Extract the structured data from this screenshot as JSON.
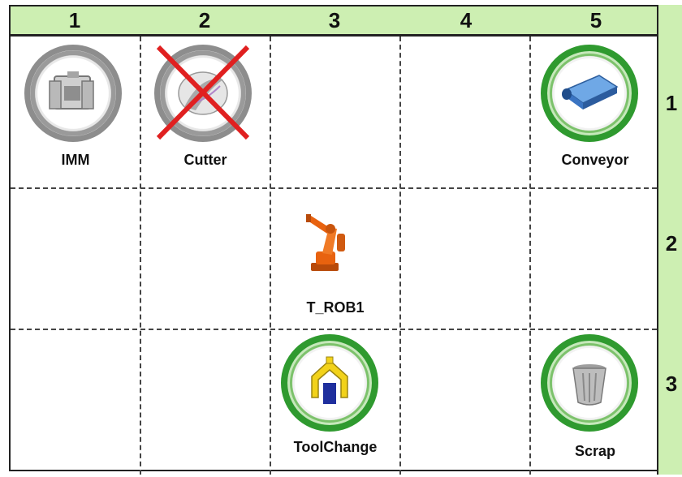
{
  "grid": {
    "columns": [
      "1",
      "2",
      "3",
      "4",
      "5"
    ],
    "rows": [
      "1",
      "2",
      "3"
    ]
  },
  "stations": {
    "imm": {
      "label": "IMM",
      "icon": "imm-machine-icon",
      "status": "inactive"
    },
    "cutter": {
      "label": "Cutter",
      "icon": "cutter-icon",
      "status": "disabled"
    },
    "conveyor": {
      "label": "Conveyor",
      "icon": "conveyor-icon",
      "status": "active"
    },
    "robot": {
      "label": "T_ROB1",
      "icon": "robot-arm-icon"
    },
    "toolchange": {
      "label": "ToolChange",
      "icon": "gripper-icon",
      "status": "active"
    },
    "scrap": {
      "label": "Scrap",
      "icon": "trash-bin-icon",
      "status": "active"
    }
  },
  "colors": {
    "header_bg": "#cdefb2",
    "active_ring": "#2f9a2f",
    "inactive_ring": "#8d8d8d",
    "disabled_mark": "#e02020",
    "robot": "#e8620f"
  }
}
